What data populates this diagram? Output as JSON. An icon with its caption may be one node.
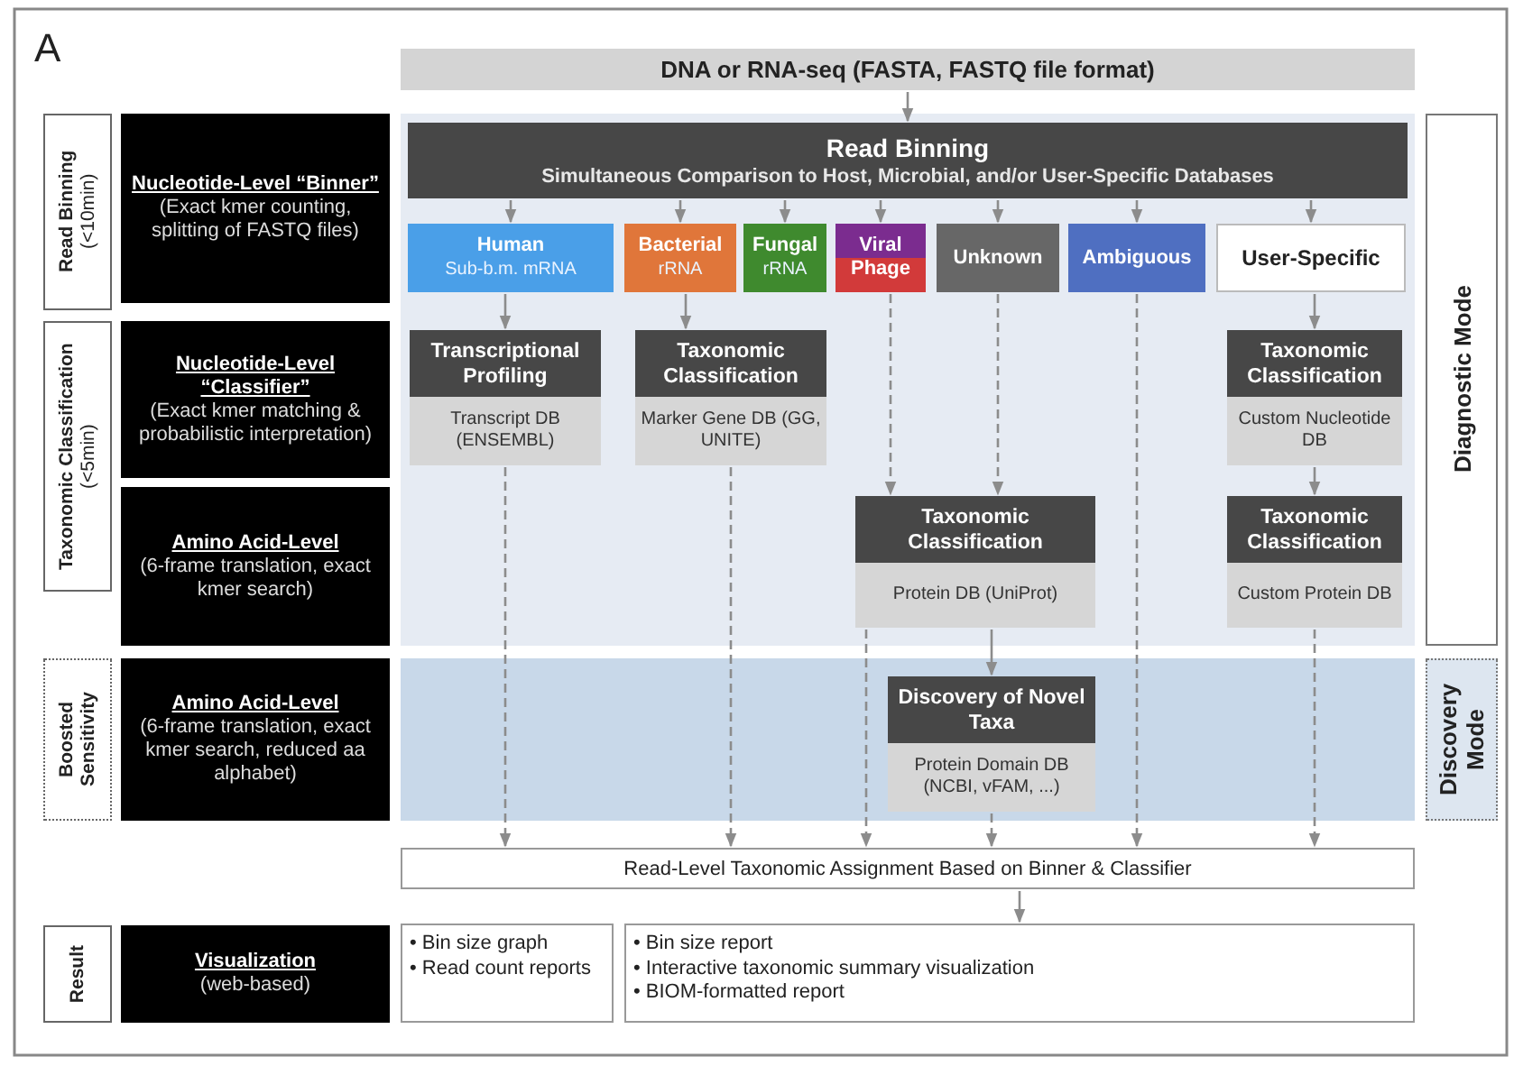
{
  "diagram": {
    "nodes": [
      {
        "text": [
          "DNA or RNA-seq (FASTA, FASTQ file format)"
        ]
      },
      {
        "text": [
          "**Read Binning** (<10min)"
        ]
      },
      {
        "text": [
          "Nucleotide-Level “Binner”",
          "(Exact kmer counting, splitting of FASTQ files)"
        ]
      },
      {
        "text": [
          "Read Binning",
          "Simultaneous Comparison to Host, Microbial, and/or User-Specific Databases"
        ]
      },
      {
        "text": [
          "Human",
          "Sub-b.m. mRNA"
        ]
      },
      {
        "text": [
          "Bacterial",
          "rRNA"
        ]
      },
      {
        "text": [
          "Fungal",
          "rRNA"
        ]
      },
      {
        "text": [
          "Viral",
          "Phage"
        ]
      },
      {
        "text": [
          "Unknown"
        ]
      },
      {
        "text": [
          "Ambiguous"
        ]
      },
      {
        "text": [
          "User-Specific"
        ]
      },
      {
        "text": [
          "**Taxonomic Classification** (<5min)"
        ]
      },
      {
        "text": [
          "Nucleotide-Level “Classifier”",
          "(Exact kmer matching & probabilistic interpretation)"
        ]
      },
      {
        "text": [
          "Amino Acid-Level",
          "(6-frame translation, exact kmer search)"
        ]
      },
      {
        "text": [
          "Transcriptional Profiling",
          "Transcript DB (ENSEMBL)"
        ]
      },
      {
        "text": [
          "Taxonomic Classification",
          "Marker Gene DB (GG, UNITE)"
        ]
      },
      {
        "text": [
          "Taxonomic Classification",
          "Custom Nucleotide DB"
        ]
      },
      {
        "text": [
          "Taxonomic Classification",
          "Protein DB (UniProt)"
        ]
      },
      {
        "text": [
          "Taxonomic Classification",
          "Custom Protein DB"
        ]
      },
      {
        "text": [
          "**Boosted Sensitivity**"
        ]
      },
      {
        "text": [
          "Amino Acid-Level",
          "(6-frame translation, exact kmer search, reduced aa alphabet)"
        ]
      },
      {
        "text": [
          "Discovery of Novel Taxa",
          "Protein Domain DB (NCBI, vFAM, ...)"
        ]
      },
      {
        "text": [
          "Read-Level Taxonomic Assignment Based on Binner & Classifier"
        ]
      },
      {
        "text": [
          "**Result**"
        ]
      },
      {
        "text": [
          "Visualization",
          "(web-based)"
        ]
      },
      {
        "text": [
          "• Bin size graph",
          "• Read count reports"
        ]
      },
      {
        "text": [
          "• Bin size report",
          "• Interactive taxonomic summary visualization",
          "• BIOM-formatted report"
        ]
      },
      {
        "text": [
          "Diagnostic Mode"
        ]
      },
      {
        "text": [
          "Discovery Mode"
        ]
      }
    ],
    "edges": [
      {
        "from": 0,
        "to": 3,
        "arrow": "to"
      },
      {
        "from": 3,
        "to": 4,
        "arrow": "to"
      },
      {
        "from": 3,
        "to": 5,
        "arrow": "to"
      },
      {
        "from": 3,
        "to": 6,
        "arrow": "to"
      },
      {
        "from": 3,
        "to": 7,
        "arrow": "to"
      },
      {
        "from": 3,
        "to": 8,
        "arrow": "to"
      },
      {
        "from": 3,
        "to": 9,
        "arrow": "to"
      },
      {
        "from": 3,
        "to": 10,
        "arrow": "to"
      },
      {
        "from": 4,
        "to": 14,
        "arrow": "to"
      },
      {
        "from": 5,
        "to": 15,
        "arrow": "to"
      },
      {
        "from": 10,
        "to": 16,
        "arrow": "to"
      },
      {
        "from": 16,
        "to": 18,
        "arrow": "to"
      },
      {
        "from": 7,
        "to": 17,
        "arrow": "to",
        "style": "dashed"
      },
      {
        "from": 8,
        "to": 17,
        "arrow": "to",
        "style": "dashed"
      },
      {
        "from": 17,
        "to": 21,
        "arrow": "to"
      },
      {
        "from": 14,
        "to": 22,
        "arrow": "to",
        "style": "dashed"
      },
      {
        "from": 15,
        "to": 22,
        "arrow": "to",
        "style": "dashed"
      },
      {
        "from": 17,
        "to": 22,
        "arrow": "to",
        "style": "dashed"
      },
      {
        "from": 21,
        "to": 22,
        "arrow": "to",
        "style": "dashed"
      },
      {
        "from": 9,
        "to": 22,
        "arrow": "to",
        "style": "dashed"
      },
      {
        "from": 18,
        "to": 22,
        "arrow": "to",
        "style": "dashed"
      },
      {
        "from": 22,
        "to": 26,
        "arrow": "to"
      }
    ],
    "labels": [
      "A"
    ]
  }
}
